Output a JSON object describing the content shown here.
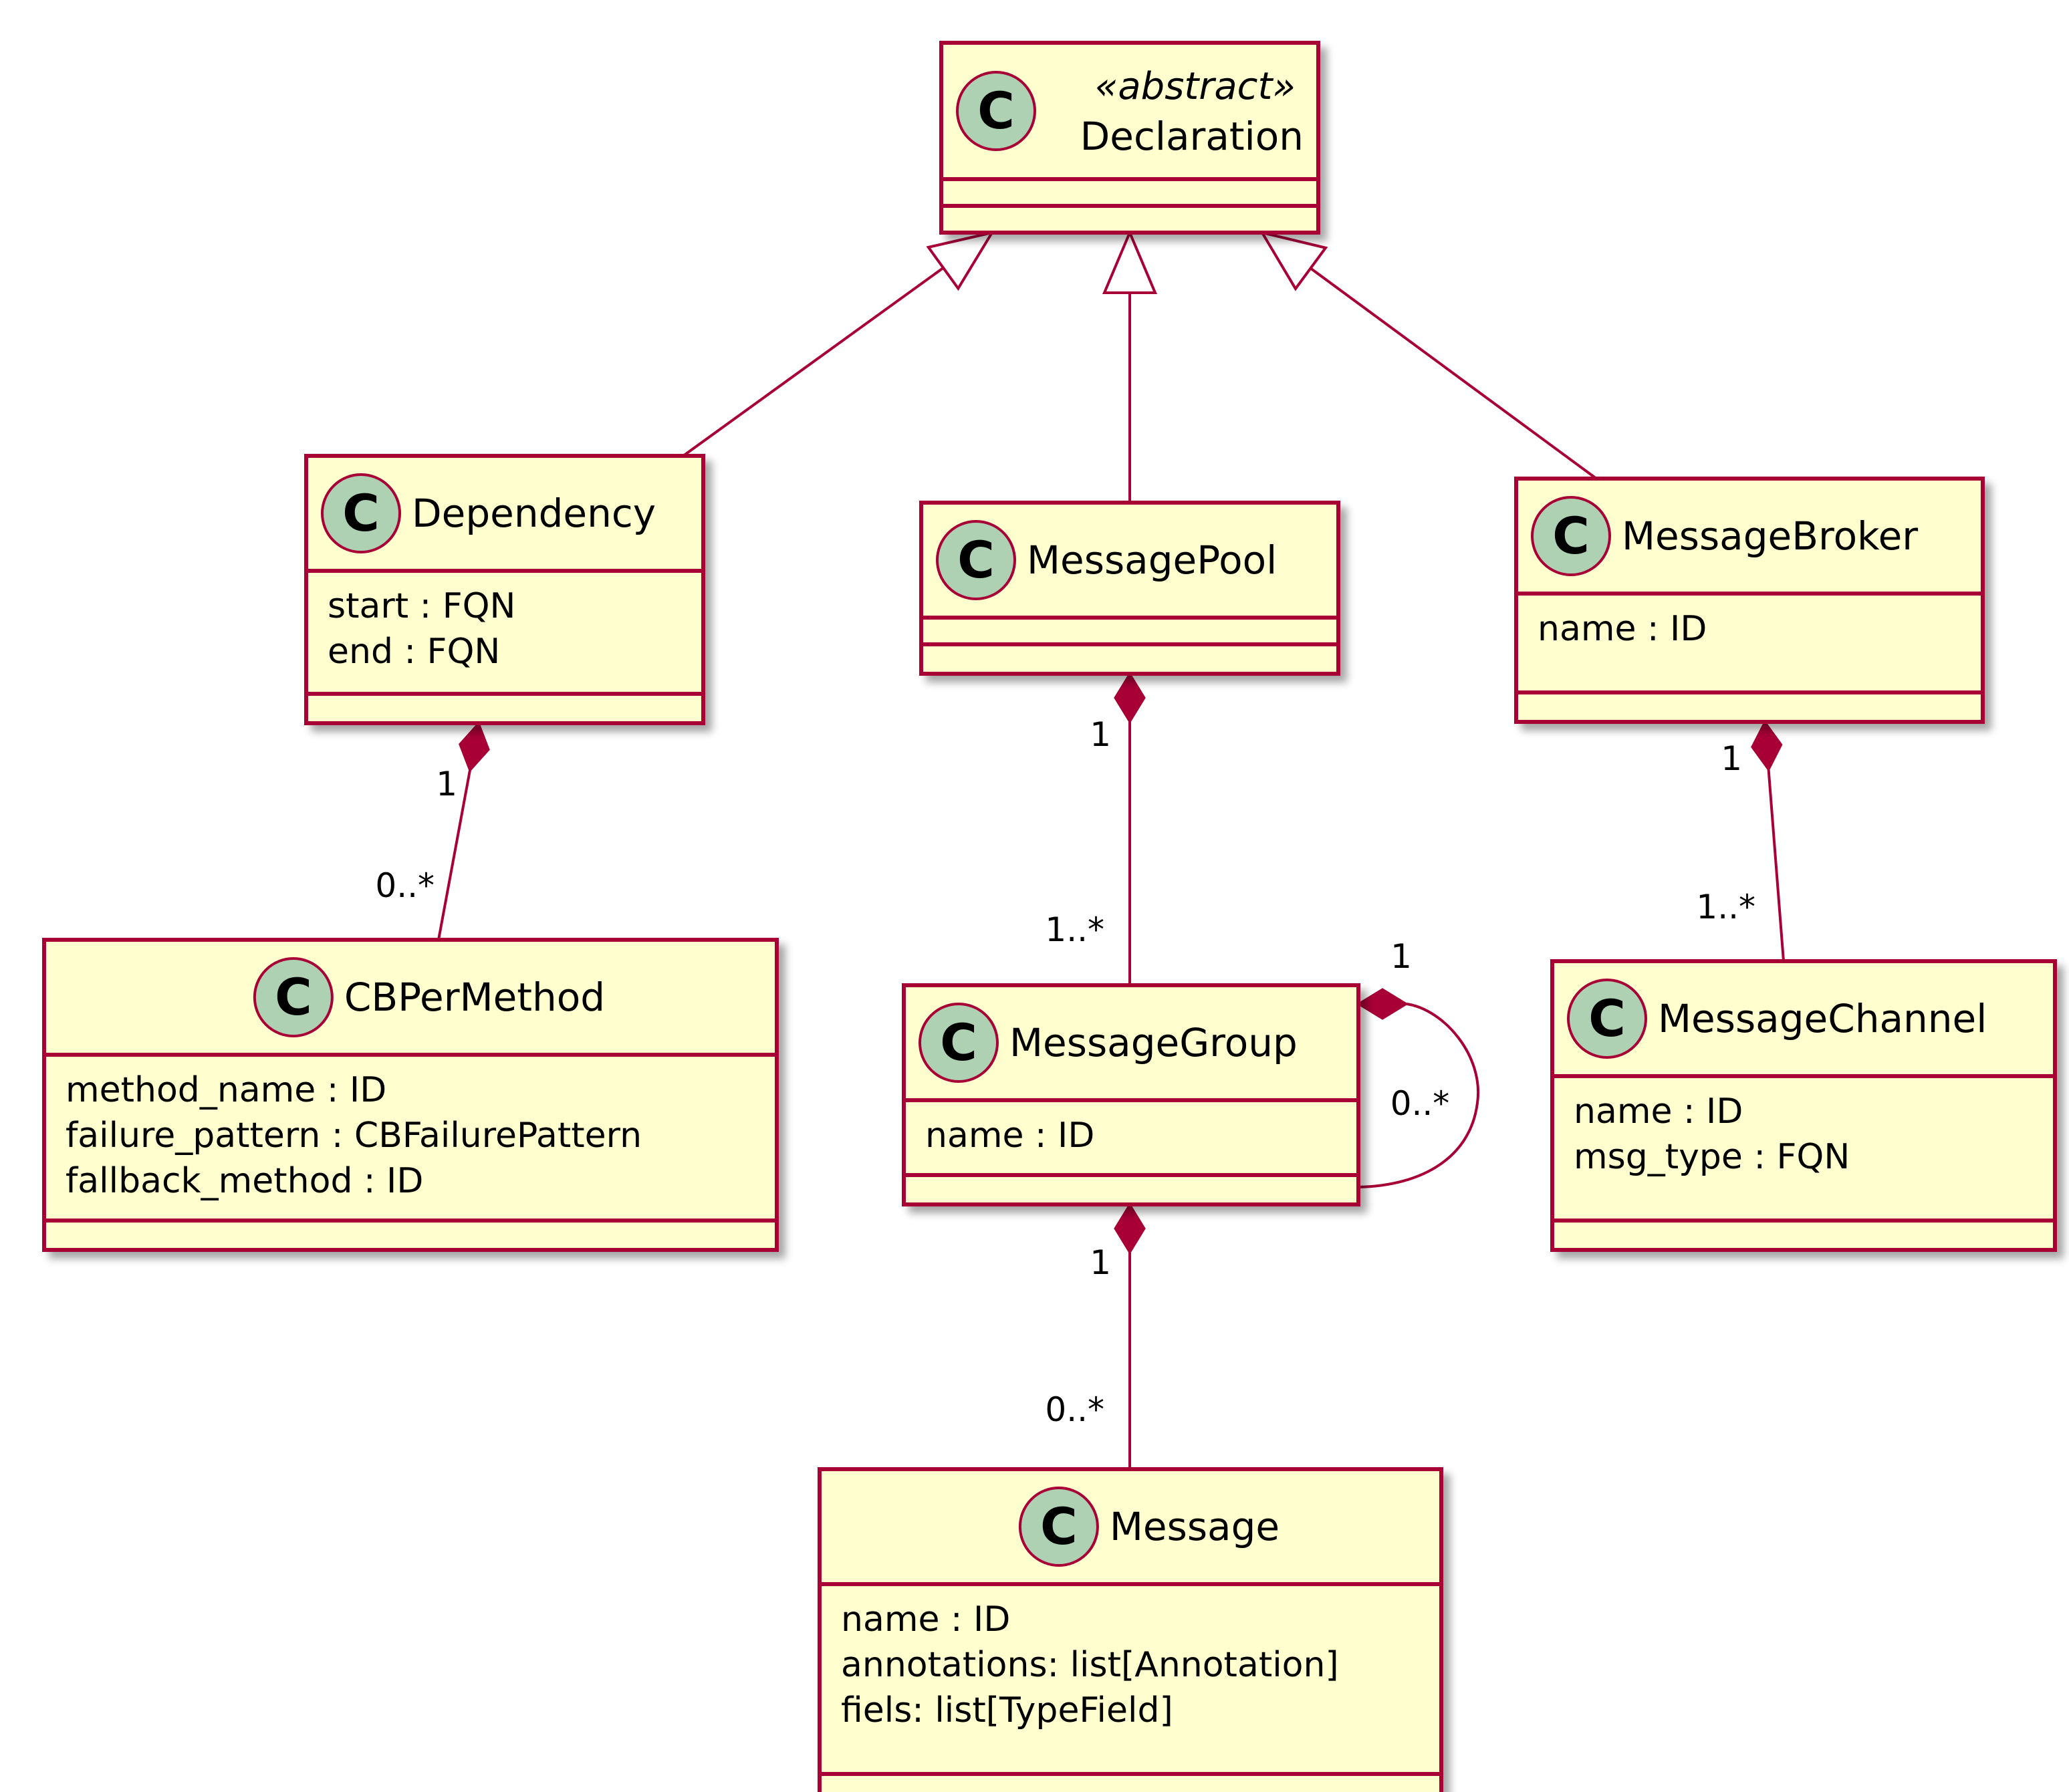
{
  "colors": {
    "class_fill": "#FEFECE",
    "border": "#A80036",
    "circle_fill": "#ADD1B2",
    "shadow": "#b8b8b8",
    "text": "#000000"
  },
  "classes": [
    {
      "id": "declaration",
      "stereotype": "«abstract»",
      "name": "Declaration",
      "attributes": []
    },
    {
      "id": "dependency",
      "name": "Dependency",
      "attributes": [
        "start : FQN",
        "end : FQN"
      ]
    },
    {
      "id": "messagepool",
      "name": "MessagePool",
      "attributes": []
    },
    {
      "id": "messagebroker",
      "name": "MessageBroker",
      "attributes": [
        "name : ID"
      ]
    },
    {
      "id": "cbpermethod",
      "name": "CBPerMethod",
      "attributes": [
        "method_name : ID",
        "failure_pattern : CBFailurePattern",
        "fallback_method : ID"
      ]
    },
    {
      "id": "messagegroup",
      "name": "MessageGroup",
      "attributes": [
        "name : ID"
      ]
    },
    {
      "id": "messagechannel",
      "name": "MessageChannel",
      "attributes": [
        "name : ID",
        "msg_type : FQN"
      ]
    },
    {
      "id": "message",
      "name": "Message",
      "attributes": [
        "name : ID",
        "annotations: list[Annotation]",
        "fiels: list[TypeField]"
      ]
    }
  ],
  "class_icon_letter": "C",
  "relations": [
    {
      "type": "inheritance",
      "from": "dependency",
      "to": "declaration"
    },
    {
      "type": "inheritance",
      "from": "messagepool",
      "to": "declaration"
    },
    {
      "type": "inheritance",
      "from": "messagebroker",
      "to": "declaration"
    },
    {
      "type": "composition",
      "whole": "dependency",
      "part": "cbpermethod",
      "whole_mult": "1",
      "part_mult": "0..*"
    },
    {
      "type": "composition",
      "whole": "messagepool",
      "part": "messagegroup",
      "whole_mult": "1",
      "part_mult": "1..*"
    },
    {
      "type": "composition",
      "whole": "messagebroker",
      "part": "messagechannel",
      "whole_mult": "1",
      "part_mult": "1..*"
    },
    {
      "type": "composition",
      "whole": "messagegroup",
      "part": "messagegroup",
      "whole_mult": "1",
      "part_mult": "0..*"
    },
    {
      "type": "composition",
      "whole": "messagegroup",
      "part": "message",
      "whole_mult": "1",
      "part_mult": "0..*"
    }
  ]
}
